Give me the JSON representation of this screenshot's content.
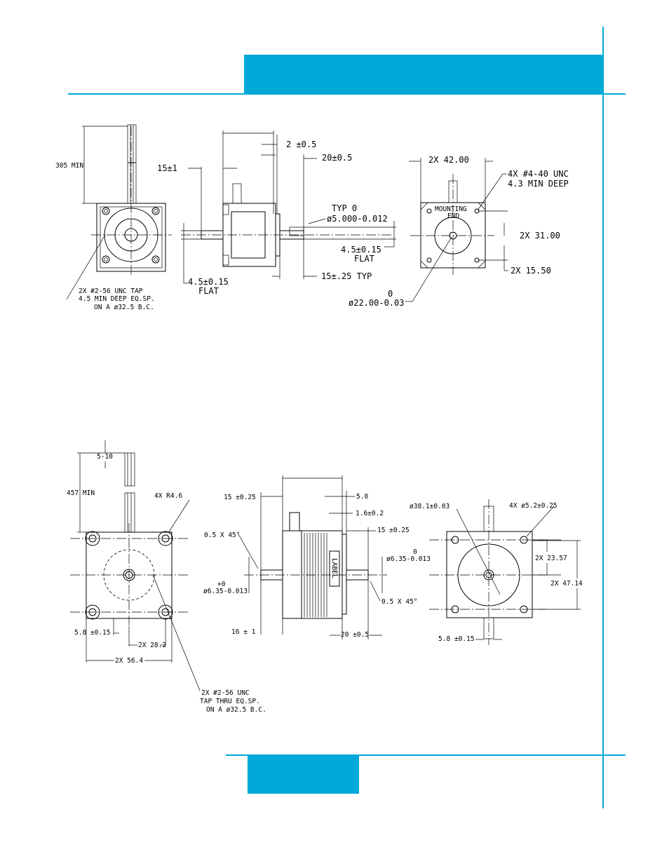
{
  "colors": {
    "accent": "#00a9d8"
  },
  "top_drawing": {
    "front": {
      "lead_length": "305 MIN",
      "tap_note": [
        "2X #2-56 UNC TAP",
        "4.5 MIN DEEP EQ.SP.",
        "ON A ø32.5 B.C."
      ]
    },
    "side": {
      "d_2": "2  ±0.5",
      "d_20": "20±0.5",
      "d_15": "15±1",
      "shaft_tol_top": "TYP    0",
      "shaft_dia": "ø5.000-0.012",
      "flat_right": [
        "4.5±0.15",
        "FLAT"
      ],
      "flat_left": [
        "4.5±0.15",
        "FLAT"
      ],
      "d_15_typ": "15±.25  TYP"
    },
    "mount": {
      "width": "2X  42.00",
      "holes": [
        "4X  #4-40  UNC",
        "4.3  MIN DEEP"
      ],
      "label": [
        "MOUNTING",
        "END"
      ],
      "spacing": "2X  31.00",
      "half_spacing": "2X  15.50",
      "pilot_tol": "0",
      "pilot_dia": "ø22.00-0.03"
    }
  },
  "bottom_drawing": {
    "front": {
      "lead_end": "5-10",
      "lead_length": "457  MIN",
      "radius": "4X  R4.6",
      "d_5_8": "5.8  ±0.15",
      "d_28_2": "2X  28.2",
      "d_56_4": "2X  56.4",
      "tap_note": [
        "2X  #2-56  UNC",
        "TAP THRU EQ.SP.",
        "ON A  ø32.5  B.C."
      ]
    },
    "side": {
      "d_15_left": "15  ±0.25",
      "d_5_0": "5.0",
      "d_1_6": "1.6±0.2",
      "d_15_right": "15  ±0.25",
      "chamfer_left": "0.5  X  45°",
      "chamfer_right": "0.5  X  45°",
      "tol_right": "0",
      "dia_right": "ø6.35-0.013",
      "tol_left": "+0",
      "dia_left": "ø6.35-0.013",
      "d_16": "16  ±  1",
      "d_20": "20  ±0.5",
      "label": "LABEL"
    },
    "mount": {
      "pilot": "ø38.1±0.03",
      "holes": "4X  ø5.2±0.25",
      "d_23_57": "2X  23.57",
      "d_47_14": "2X  47.14",
      "d_5_8": "5.8  ±0.15"
    }
  }
}
